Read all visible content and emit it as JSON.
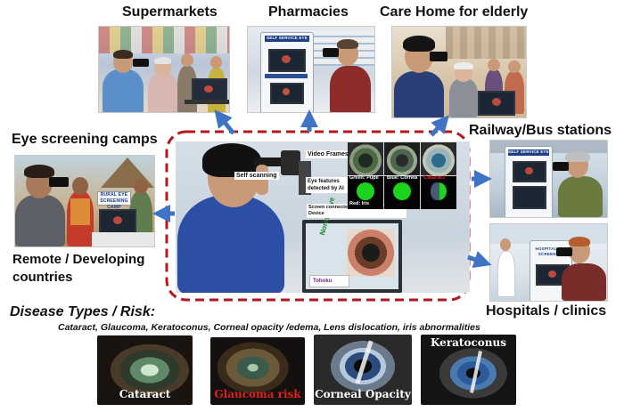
{
  "locations": {
    "supermarkets": "Supermarkets",
    "pharmacies": "Pharmacies",
    "care_home": "Care Home for elderly",
    "eye_camps": "Eye screening camps",
    "remote": "Remote / Developing countries",
    "railway": "Railway/Bus stations",
    "hospitals": "Hospitals / clinics"
  },
  "signage": {
    "pharmacy_sign": "SELF SERVICE EYE SCREENING",
    "camp_sign": "RURAL EYE SCREENING CAMP",
    "station_sign": "SELF SERVICE EYE SCREENING",
    "hospital_sign": "HOSPITAL EYE SCREENING"
  },
  "center": {
    "self_scanning": "Self scanning",
    "video_frames": "Video Frames",
    "features_ai": "Eye features detected by AI",
    "screen_connected": "Screen connected to Scanning slit-light Device",
    "normal_eye": "Normal Eye",
    "green_pupil": "Green: Pupil",
    "blue_cornea": "Blue: Cornea",
    "red_iris": "Red: Iris",
    "cataract": "Cataract",
    "brand": "Tohoku"
  },
  "disease": {
    "title": "Disease Types / Risk:",
    "list": "Cataract, Glaucoma, Keratoconus, Corneal opacity /edema, Lens dislocation, iris abnormalities"
  },
  "eye_images": [
    {
      "caption": "Cataract",
      "color": "#ffffff"
    },
    {
      "caption": "Glaucoma risk",
      "color": "#e0201b"
    },
    {
      "caption": "Corneal Opacity",
      "color": "#ffffff"
    },
    {
      "caption": "Keratoconus",
      "color": "#ffffff"
    }
  ],
  "colors": {
    "arrow": "#3f73c4",
    "dashed_border": "#b8141b",
    "sign_blue": "#1c3f86"
  }
}
